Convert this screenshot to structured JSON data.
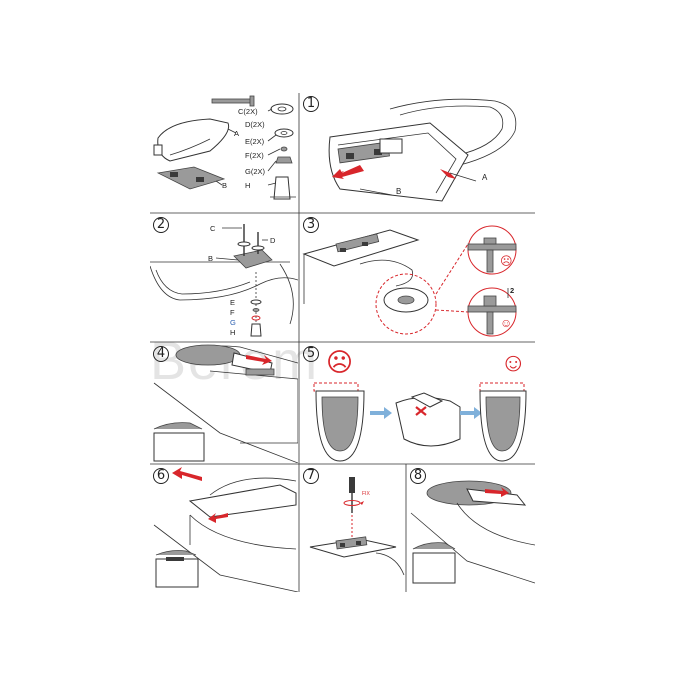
{
  "watermark": "Berem",
  "panels": {
    "parts": {
      "labels": {
        "a": "A",
        "b": "B",
        "c": "C(2X)",
        "d": "D(2X)",
        "e": "E(2X)",
        "f": "F(2X)",
        "g": "G(2X)",
        "h": "H"
      }
    },
    "step1": {
      "number": "1",
      "labels": {
        "a": "A",
        "b": "B"
      }
    },
    "step2": {
      "number": "2",
      "labels": {
        "c": "C",
        "d": "D",
        "b": "B",
        "e": "E",
        "f": "F",
        "g": "G",
        "h": "H"
      }
    },
    "step3": {
      "number": "3",
      "dim": "2",
      "sad": "☹",
      "happy": "☺"
    },
    "step4": {
      "number": "4"
    },
    "step5": {
      "number": "5",
      "sad": "☹",
      "happy": "☺"
    },
    "step6": {
      "number": "6"
    },
    "step7": {
      "number": "7",
      "torque_label": "FIX"
    },
    "step8": {
      "number": "8"
    }
  },
  "colors": {
    "accent": "#d8262b",
    "line": "#333333",
    "fill_gray": "#9a9a9a"
  },
  "icons": [
    "step-number-circle",
    "sad-face-icon",
    "happy-face-icon",
    "arrow-icon",
    "cross-icon",
    "screwdriver-icon"
  ]
}
